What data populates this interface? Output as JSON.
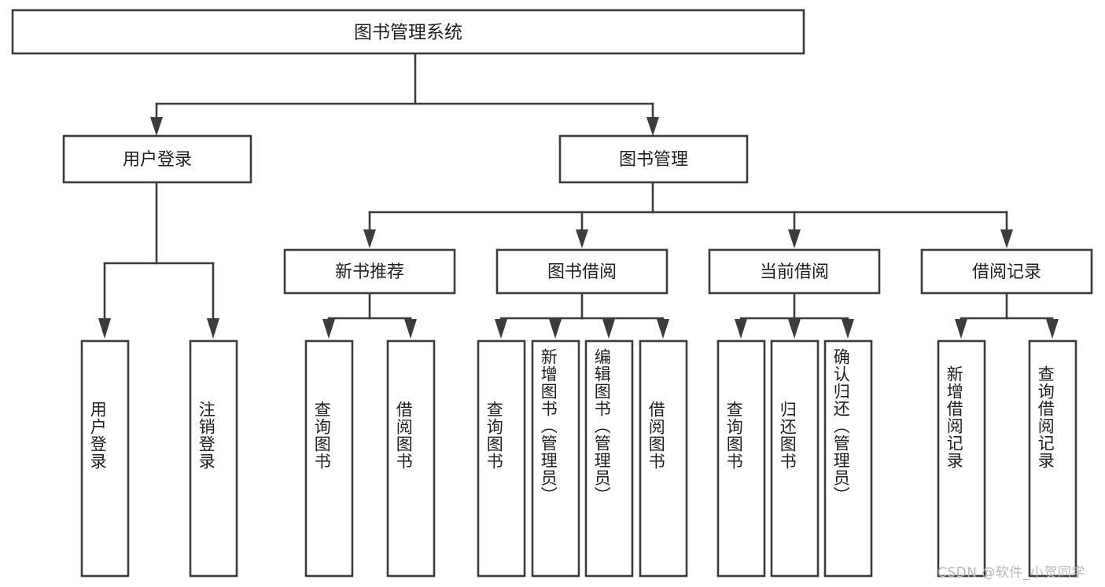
{
  "diagram": {
    "title": "图书管理系统",
    "type": "tree",
    "root": {
      "label": "图书管理系统"
    },
    "level1": [
      {
        "id": "user-login",
        "label": "用户登录"
      },
      {
        "id": "book-manage",
        "label": "图书管理"
      }
    ],
    "level2": [
      {
        "id": "new-book-recommend",
        "label": "新书推荐",
        "parent": "book-manage"
      },
      {
        "id": "book-borrow",
        "label": "图书借阅",
        "parent": "book-manage"
      },
      {
        "id": "current-borrow",
        "label": "当前借阅",
        "parent": "book-manage"
      },
      {
        "id": "borrow-record",
        "label": "借阅记录",
        "parent": "book-manage"
      }
    ],
    "leaves": [
      {
        "id": "leaf-user-login",
        "label": "用户登录",
        "parent": "user-login"
      },
      {
        "id": "leaf-logout",
        "label": "注销登录",
        "parent": "user-login"
      },
      {
        "id": "leaf-query-book-1",
        "label": "查询图书",
        "parent": "new-book-recommend"
      },
      {
        "id": "leaf-borrow-book-1",
        "label": "借阅图书",
        "parent": "new-book-recommend"
      },
      {
        "id": "leaf-query-book-2",
        "label": "查询图书",
        "parent": "book-borrow"
      },
      {
        "id": "leaf-add-book",
        "label": "新增图书（管理员）",
        "parent": "book-borrow"
      },
      {
        "id": "leaf-edit-book",
        "label": "编辑图书（管理员）",
        "parent": "book-borrow"
      },
      {
        "id": "leaf-borrow-book-2",
        "label": "借阅图书",
        "parent": "book-borrow"
      },
      {
        "id": "leaf-query-book-3",
        "label": "查询图书",
        "parent": "current-borrow"
      },
      {
        "id": "leaf-return-book",
        "label": "归还图书",
        "parent": "current-borrow"
      },
      {
        "id": "leaf-confirm-return",
        "label": "确认归还（管理员）",
        "parent": "current-borrow"
      },
      {
        "id": "leaf-add-record",
        "label": "新增借阅记录",
        "parent": "borrow-record"
      },
      {
        "id": "leaf-query-record",
        "label": "查询借阅记录",
        "parent": "borrow-record"
      }
    ],
    "colors": {
      "stroke": "#3c3c3c",
      "fill": "#ffffff",
      "text": "#1f1f1f",
      "watermark": "#b9b9b9"
    }
  },
  "watermark": {
    "text": "CSDN @软件_小贺同学"
  }
}
